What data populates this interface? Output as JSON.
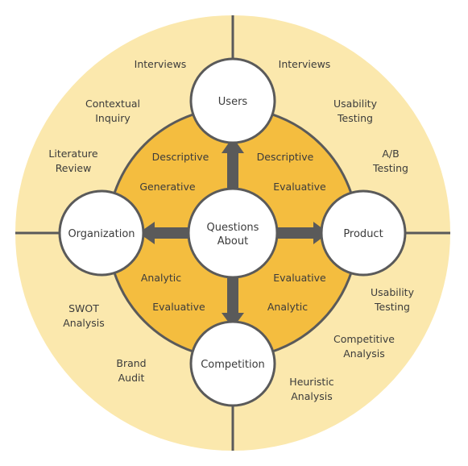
{
  "colors": {
    "outer_fill": "#fbe8ad",
    "inner_fill": "#f4bd3f",
    "ring_stroke": "#5a5a5a",
    "arrow": "#5a5a5a",
    "node_fill": "#ffffff",
    "text": "#3b3b3b"
  },
  "center": {
    "line1": "Questions",
    "line2": "About"
  },
  "nodes": {
    "users": "Users",
    "organization": "Organization",
    "product": "Product",
    "competition": "Competition"
  },
  "inner_labels": {
    "top_left": [
      "Descriptive",
      "Generative"
    ],
    "top_right": [
      "Descriptive",
      "Evaluative"
    ],
    "bottom_left": [
      "Analytic",
      "Evaluative"
    ],
    "bottom_right": [
      "Evaluative",
      "Analytic"
    ]
  },
  "outer_labels": {
    "top_left": [
      {
        "line1": "Interviews",
        "line2": ""
      },
      {
        "line1": "Contextual",
        "line2": "Inquiry"
      },
      {
        "line1": "Literature",
        "line2": "Review"
      }
    ],
    "top_right": [
      {
        "line1": "Interviews",
        "line2": ""
      },
      {
        "line1": "Usability",
        "line2": "Testing"
      },
      {
        "line1": "A/B",
        "line2": "Testing"
      }
    ],
    "bottom_left": [
      {
        "line1": "SWOT",
        "line2": "Analysis"
      },
      {
        "line1": "Brand",
        "line2": "Audit"
      }
    ],
    "bottom_right": [
      {
        "line1": "Usability",
        "line2": "Testing"
      },
      {
        "line1": "Competitive",
        "line2": "Analysis"
      },
      {
        "line1": "Heuristic",
        "line2": "Analysis"
      }
    ]
  }
}
